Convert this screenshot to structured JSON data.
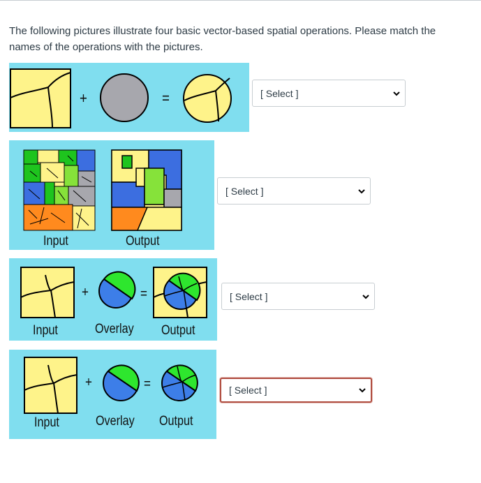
{
  "question": {
    "text": "The following pictures illustrate four basic vector-based spatial operations. Please match the names of the operations with the pictures."
  },
  "items": [
    {
      "select_label": "[ Select ]",
      "captions": [],
      "symbols": [
        "+",
        "="
      ]
    },
    {
      "select_label": "[ Select ]",
      "captions": [
        "Input",
        "Output"
      ],
      "symbols": []
    },
    {
      "select_label": "[ Select ]",
      "captions": [
        "Input",
        "Overlay",
        "Output"
      ],
      "symbols": [
        "+",
        "="
      ]
    },
    {
      "select_label": "[ Select ]",
      "captions": [
        "Input",
        "Overlay",
        "Output"
      ],
      "symbols": [
        "+",
        "="
      ]
    }
  ],
  "colors": {
    "panel_bg": "#80deef",
    "polygon_fill": "#fef38a",
    "circle_gray": "#a7a7ad",
    "overlay_green": "#2ee62e",
    "overlay_blue": "#3d7ee8",
    "focus_border": "#b04c3f"
  },
  "icons": {
    "dropdown": "chevron-down-icon"
  }
}
